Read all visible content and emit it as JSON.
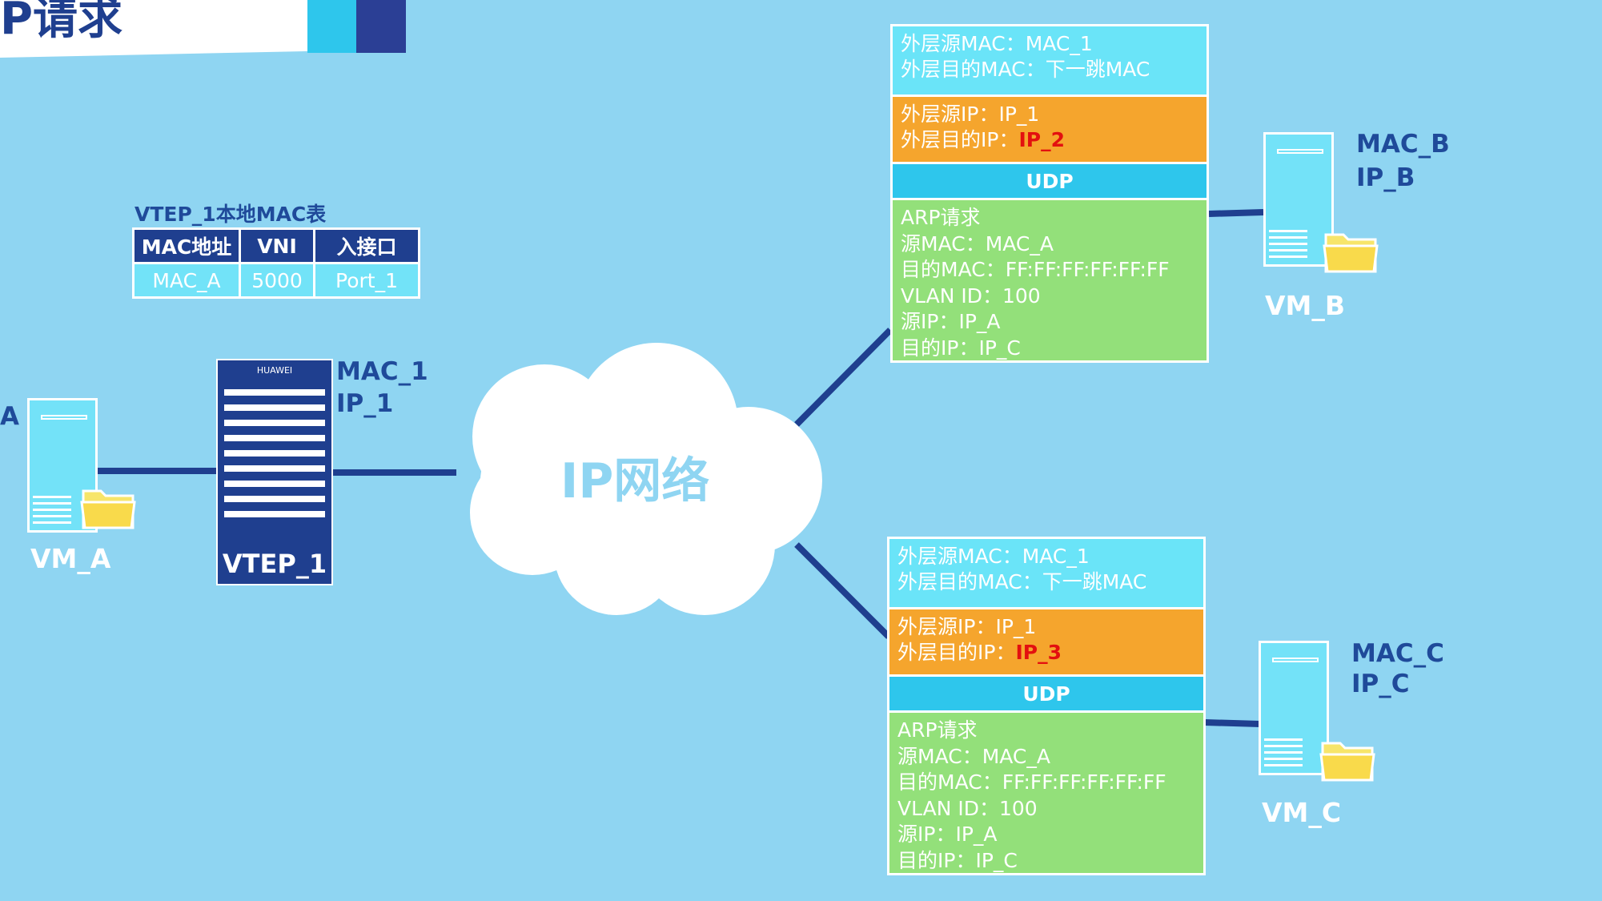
{
  "title": "P请求",
  "mac_table": {
    "title": "VTEP_1本地MAC表",
    "headers": [
      "MAC地址",
      "VNI",
      "入接口"
    ],
    "rows": [
      [
        "MAC_A",
        "5000",
        "Port_1"
      ]
    ]
  },
  "vm_a": {
    "name": "VM_A",
    "side_label": "A"
  },
  "vtep": {
    "name": "VTEP_1",
    "brand": "HUAWEI",
    "mac": "MAC_1",
    "ip": "IP_1"
  },
  "cloud": {
    "label": "IP网络"
  },
  "vm_b": {
    "name": "VM_B",
    "mac": "MAC_B",
    "ip": "IP_B"
  },
  "vm_c": {
    "name": "VM_C",
    "mac": "MAC_C",
    "ip": "IP_C"
  },
  "packet_b": {
    "outer_src_mac": "外层源MAC：MAC_1",
    "outer_dst_mac": "外层目的MAC：下一跳MAC",
    "outer_src_ip": "外层源IP：IP_1",
    "outer_dst_ip_prefix": "外层目的IP：",
    "outer_dst_ip_value": "IP_2",
    "udp": "UDP",
    "arp_lines": [
      "ARP请求",
      "源MAC：MAC_A",
      "目的MAC：FF:FF:FF:FF:FF:FF",
      "VLAN ID：100",
      "源IP：IP_A",
      "目的IP：IP_C"
    ]
  },
  "packet_c": {
    "outer_src_mac": "外层源MAC：MAC_1",
    "outer_dst_mac": "外层目的MAC：下一跳MAC",
    "outer_src_ip": "外层源IP：IP_1",
    "outer_dst_ip_prefix": "外层目的IP：",
    "outer_dst_ip_value": "IP_3",
    "udp": "UDP",
    "arp_lines": [
      "ARP请求",
      "源MAC：MAC_A",
      "目的MAC：FF:FF:FF:FF:FF:FF",
      "VLAN ID：100",
      "源IP：IP_A",
      "目的IP：IP_C"
    ]
  },
  "colors": {
    "background": "#8fd5f2",
    "navy": "#1f3f8f",
    "cyan": "#6ae4f8",
    "orange": "#f5a52d",
    "green": "#93e07a",
    "highlight_red": "#e3100f"
  }
}
